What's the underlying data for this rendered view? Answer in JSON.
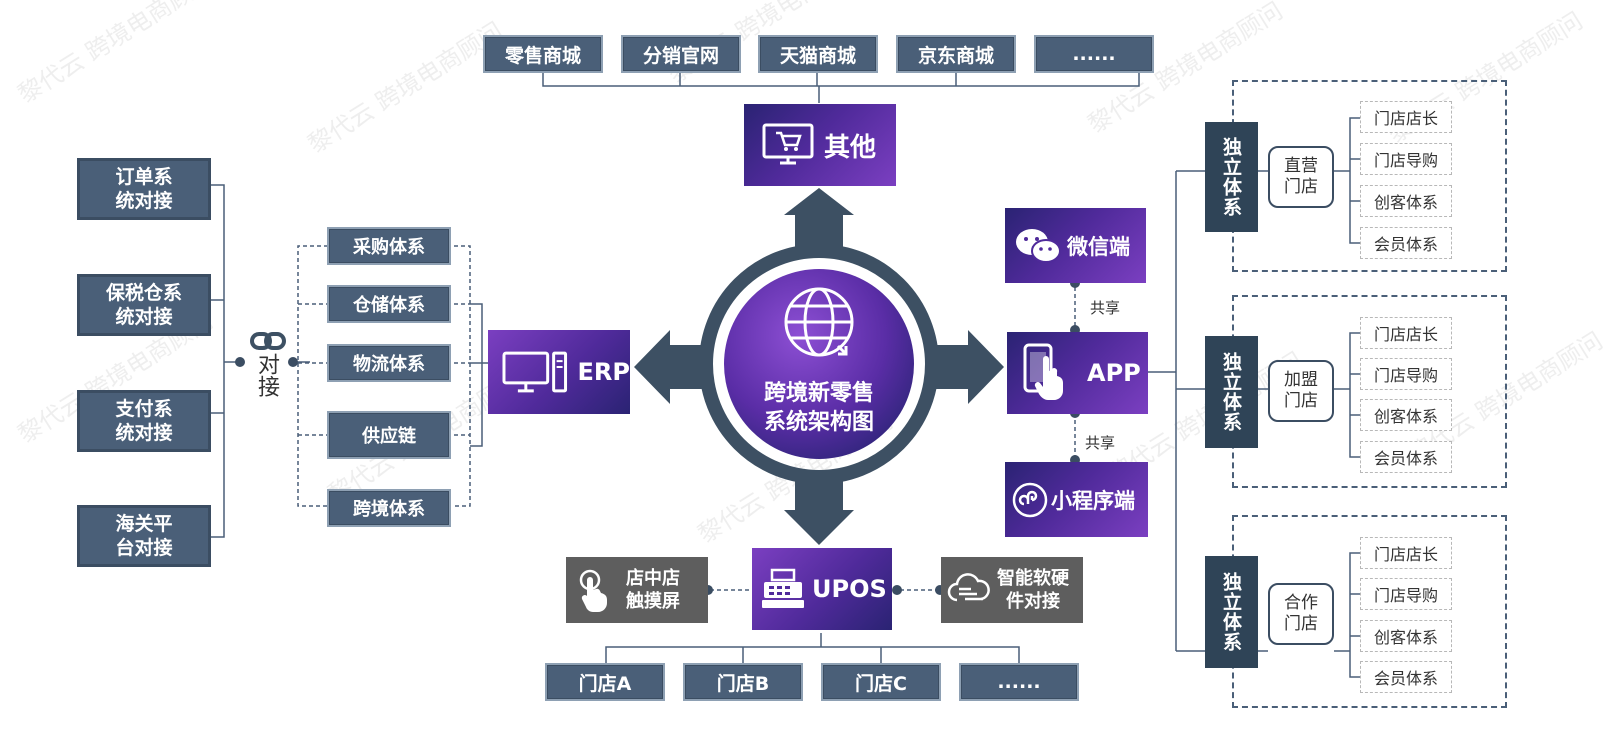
{
  "watermark": "黎代云 跨境电商顾问",
  "center": {
    "title_line1": "跨境新零售",
    "title_line2": "系统架构图"
  },
  "top": {
    "label": "其他",
    "channels": [
      "零售商城",
      "分销官网",
      "天猫商城",
      "京东商城",
      "......"
    ]
  },
  "erp": {
    "label": "ERP"
  },
  "connect": {
    "label": "对接"
  },
  "left_systems": [
    "订单系\n统对接",
    "保税仓系\n统对接",
    "支付系\n统对接",
    "海关平\n台对接"
  ],
  "modules": [
    "采购体系",
    "仓储体系",
    "物流体系",
    "供应链",
    "跨境体系"
  ],
  "app": {
    "label": "APP",
    "wechat": "微信端",
    "mini": "小程序端",
    "share_top": "共享",
    "share_bottom": "共享"
  },
  "upos": {
    "label": "UPOS",
    "left": "店中店\n触摸屏",
    "right": "智能软硬\n件对接"
  },
  "stores_bottom": [
    "门店A",
    "门店B",
    "门店C",
    "......"
  ],
  "independent_label": "独立体系",
  "right_groups": [
    {
      "store": "直营\n门店",
      "roles": [
        "门店店长",
        "门店导购",
        "创客体系",
        "会员体系"
      ]
    },
    {
      "store": "加盟\n门店",
      "roles": [
        "门店店长",
        "门店导购",
        "创客体系",
        "会员体系"
      ]
    },
    {
      "store": "合作\n门店",
      "roles": [
        "门店店长",
        "门店导购",
        "创客体系",
        "会员体系"
      ]
    }
  ],
  "colors": {
    "slate": "#4a5f78",
    "dark": "#2f4457",
    "purple": "#6a35b5",
    "gray": "#5e5e5e"
  }
}
